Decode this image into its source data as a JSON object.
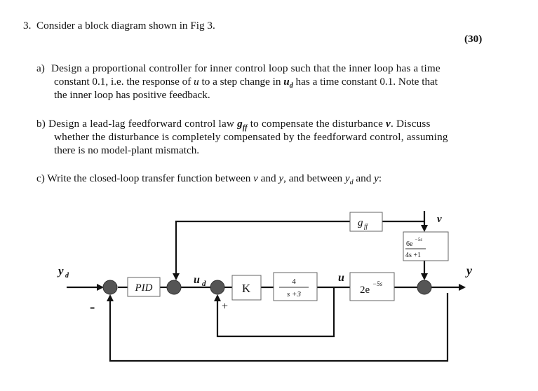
{
  "question": {
    "number": "3.",
    "intro": "Consider a block diagram shown in Fig 3.",
    "marks": "(30)",
    "parts": [
      {
        "label": "a)",
        "line1": "Design a proportional controller for inner control loop such that the inner loop has a time",
        "line2_pre": "constant 0.1, i.e. the response of ",
        "line2_var1": "u",
        "line2_mid": " to a step change in ",
        "line2_var2": "u",
        "line2_var2_sub": "d",
        "line2_post": " has a time constant 0.1. Note that",
        "line3": "the inner loop has positive feedback."
      },
      {
        "label": "b)",
        "line1_pre": "Design a lead-lag feedforward control law ",
        "line1_var": "g",
        "line1_var_sub": "ff",
        "line1_mid": " to compensate the disturbance ",
        "line1_var2": "v",
        "line1_post": ". Discuss",
        "line2": "whether the disturbance is completely compensated by the feedforward control, assuming",
        "line3": "there is no model-plant mismatch."
      },
      {
        "label": "c)",
        "line1_pre": "Write the closed-loop transfer function between ",
        "var_v": "v",
        "mid1": " and ",
        "var_y": "y",
        "mid2": ", and between ",
        "var_yd": "y",
        "var_yd_sub": "d",
        "mid3": " and ",
        "var_y2": "y",
        "post": ":"
      }
    ]
  },
  "diagram": {
    "signals": {
      "yd": "y",
      "yd_sub": "d",
      "ud": "u",
      "ud_sub": "d",
      "u": "u",
      "v": "v",
      "y": "y"
    },
    "signs": {
      "outer_feedback": "-",
      "inner_feedback": "+"
    },
    "blocks": {
      "pid": "PID",
      "k": "K",
      "plant_num": "4",
      "plant_den": "s +3",
      "delay": "2e",
      "delay_exp": "−5s",
      "gff": "g",
      "gff_sub": "ff",
      "dist_num": "6e",
      "dist_num_exp": "−5s",
      "dist_den": "4s +1"
    }
  }
}
